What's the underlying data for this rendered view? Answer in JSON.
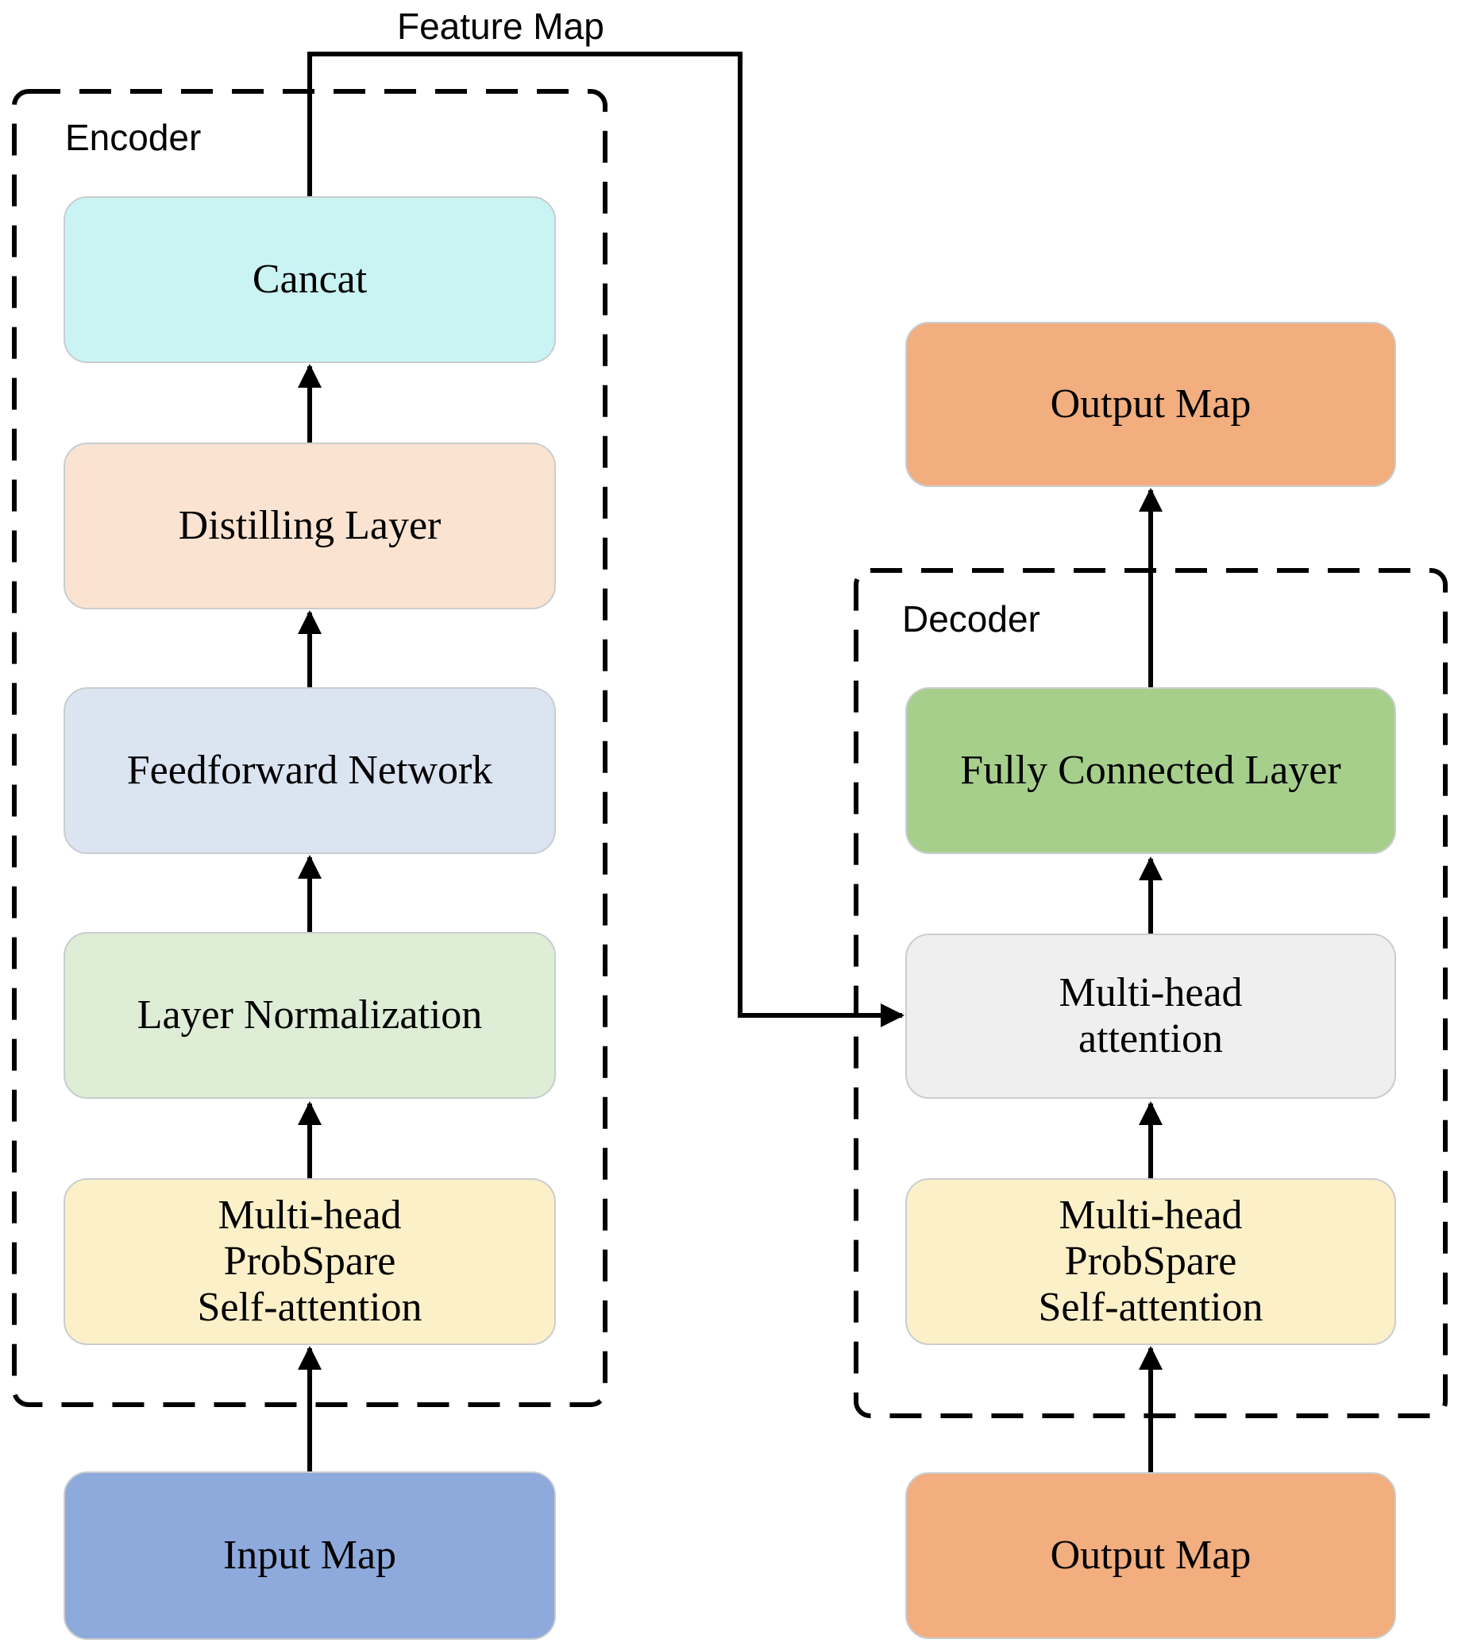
{
  "diagram": {
    "feature_map_label": "Feature Map",
    "encoder": {
      "label": "Encoder",
      "nodes": [
        {
          "label": "Cancat",
          "color": "#caf4f3"
        },
        {
          "label": "Distilling Layer",
          "color": "#fae3d1"
        },
        {
          "label": "Feedforward Network",
          "color": "#dbe5f1"
        },
        {
          "label": "Layer Normalization",
          "color": "#deedd5"
        },
        {
          "label": "Multi-head\nProbSpare\nSelf-attention",
          "color": "#fcf0c8"
        }
      ],
      "input": {
        "label": "Input Map",
        "color": "#8ea9db"
      }
    },
    "decoder": {
      "label": "Decoder",
      "output_top": {
        "label": "Output Map",
        "color": "#f2ae7e"
      },
      "nodes": [
        {
          "label": "Fully Connected Layer",
          "color": "#a7cf8c"
        },
        {
          "label": "Multi-head\nattention",
          "color": "#efefef"
        },
        {
          "label": "Multi-head\nProbSpare\nSelf-attention",
          "color": "#fcf0c8"
        }
      ],
      "input": {
        "label": "Output Map",
        "color": "#f2ae7e"
      }
    }
  }
}
